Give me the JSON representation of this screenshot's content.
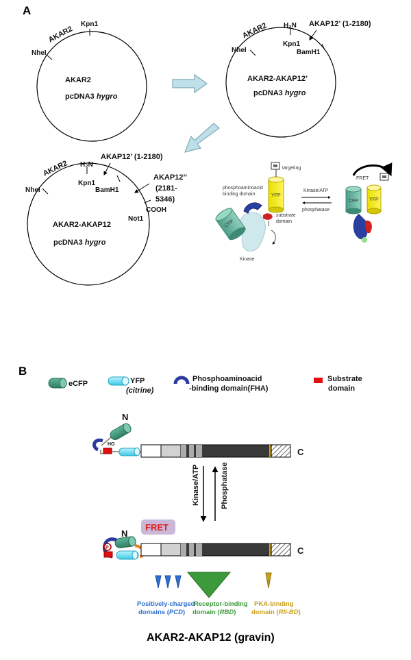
{
  "panel_a": {
    "label": "A",
    "plasmid1": {
      "name": "AKAR2",
      "nheI": "NheI",
      "kpn": "Kpn1",
      "center_line1": "AKAR2",
      "center_line2": "pcDNA3",
      "center_italic": "hygro"
    },
    "plasmid2": {
      "name": "AKAR2",
      "nheI": "NheI",
      "kpn": "Kpn1",
      "h2n": "H₂N",
      "bamh": "BamH1",
      "insert": "AKAP12’ (1-2180)",
      "center_line1": "AKAR2-AKAP12’",
      "center_line2": "pcDNA3",
      "center_italic": "hygro"
    },
    "plasmid3": {
      "name": "AKAR2",
      "nheI": "NheI",
      "kpn": "Kpn1",
      "h2n": "H₂N",
      "bamh": "BamH1",
      "insert1": "AKAP12’ (1-2180)",
      "insert2_a": "AKAP12’’",
      "insert2_b": "(2181-",
      "insert2_c": "5346)",
      "not1": "Not1",
      "cooh": "COOH",
      "center_line1": "AKAR2-AKAP12",
      "center_line2": "pcDNA3",
      "center_italic": "hygro"
    },
    "fret_scheme": {
      "targeting": "targeting",
      "pbd1": "phosphoaminoacid",
      "pbd2": "binding domain",
      "yfp": "YFP",
      "cfp": "CFP",
      "substrate1": "substrate",
      "substrate2": "domain",
      "kinase": "Kinase",
      "kinase_atp": "Kinase/ATP",
      "phosphatase": "phosphatase",
      "fret": "FRET"
    }
  },
  "panel_b": {
    "label": "B",
    "legend": {
      "ecfp": "eCFP",
      "yfp": "YFP",
      "citrine": "(citrine)",
      "pbd_line1": "Phosphoaminoacid",
      "pbd_line2": "-binding domain(FHA)",
      "substrate_line1": "Substrate",
      "substrate_line2": "domain"
    },
    "top_construct": {
      "n": "N",
      "c": "C",
      "ho": "HO"
    },
    "arrows": {
      "kinase": "Kinase/ATP",
      "phosphatase": "Phosphatase"
    },
    "bottom_construct": {
      "n": "N",
      "c": "C",
      "fret": "FRET",
      "p": "P"
    },
    "domains": {
      "pcd_line1": "Positively-charged",
      "pcd_line2a": "domains (",
      "pcd_italic": "PCD",
      "pcd_line2b": ")",
      "rbd_line1": "Receptor-binding",
      "rbd_line2a": "domain (",
      "rbd_italic": "RBD",
      "rbd_line2b": ")",
      "rii_line1": "PKA-binding",
      "rii_line2a": "domain (",
      "rii_italic": "RII-BD",
      "rii_line2b": ")"
    },
    "title": "AKAR2-AKAP12 (gravin)",
    "colors": {
      "pcd": "#2f6fd0",
      "rbd": "#3d9a3a",
      "rii": "#c9a11c",
      "fret_bg": "#c9b8d8",
      "fret_text": "#e02020"
    }
  }
}
